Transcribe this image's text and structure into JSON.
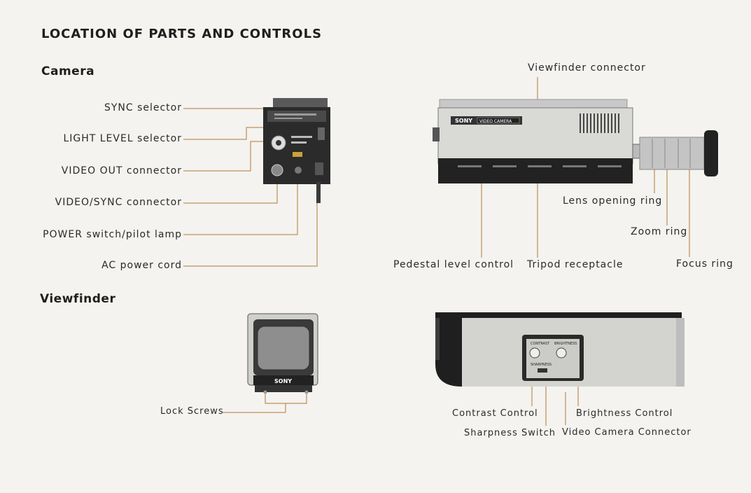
{
  "page": {
    "title": "LOCATION OF PARTS AND CONTROLS",
    "camera_heading": "Camera",
    "viewfinder_heading": "Viewfinder"
  },
  "camera_rear": {
    "labels": {
      "sync_selector": "SYNC selector",
      "light_level_selector": "LIGHT LEVEL selector",
      "video_out_connector": "VIDEO OUT connector",
      "video_sync_connector": "VIDEO/SYNC connector",
      "power_switch": "POWER switch/pilot lamp",
      "ac_power_cord": "AC power cord"
    }
  },
  "camera_side": {
    "brand": "SONY",
    "model_badge": "VIDEO CAMERA",
    "labels": {
      "viewfinder_connector": "Viewfinder connector",
      "lens_opening_ring": "Lens opening ring",
      "zoom_ring": "Zoom ring",
      "focus_ring": "Focus ring",
      "pedestal_level_control": "Pedestal level control",
      "tripod_receptacle": "Tripod receptacle"
    }
  },
  "viewfinder_front": {
    "brand": "SONY",
    "labels": {
      "lock_screws": "Lock Screws"
    }
  },
  "viewfinder_rear": {
    "panel": {
      "contrast": "CONTRAST",
      "brightness": "BRIGHTNESS",
      "sharpness": "SHARPNESS"
    },
    "labels": {
      "contrast_control": "Contrast Control",
      "brightness_control": "Brightness Control",
      "sharpness_switch": "Sharpness Switch",
      "video_camera_connector": "Video Camera Connector"
    }
  },
  "colors": {
    "leader_line": "#b07a3a",
    "paper": "#f4f3ef"
  }
}
